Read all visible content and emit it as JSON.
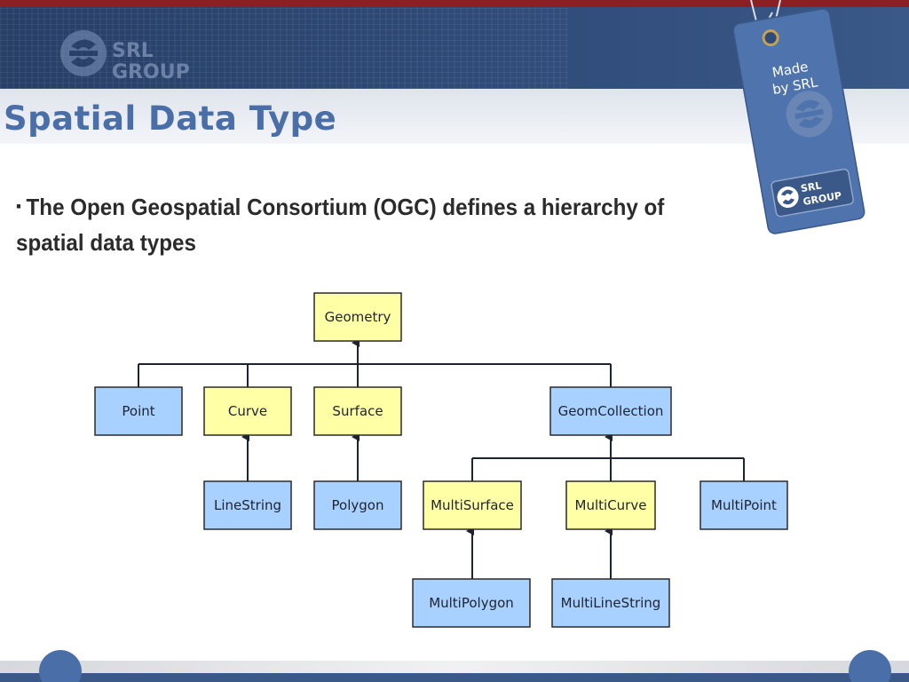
{
  "header": {
    "logo_line1": "SRL",
    "logo_line2": "GROUP"
  },
  "title": "Spatial Data Type",
  "bullet": {
    "text": "The Open Geospatial Consortium (OGC) defines a hierarchy of spatial data types"
  },
  "tag": {
    "line1": "Made",
    "line2": "by SRL",
    "badge_line1": "SRL",
    "badge_line2": "GROUP"
  },
  "diagram": {
    "colors": {
      "abstract_fill": "#ffffa6",
      "concrete_fill": "#a9d1ff",
      "border": "#2a2a2a"
    },
    "nodes": {
      "geometry": {
        "label": "Geometry",
        "kind": "abstract"
      },
      "point": {
        "label": "Point",
        "kind": "concrete"
      },
      "curve": {
        "label": "Curve",
        "kind": "abstract"
      },
      "surface": {
        "label": "Surface",
        "kind": "abstract"
      },
      "geomcollection": {
        "label": "GeomCollection",
        "kind": "concrete"
      },
      "linestring": {
        "label": "LineString",
        "kind": "concrete"
      },
      "polygon": {
        "label": "Polygon",
        "kind": "concrete"
      },
      "multisurface": {
        "label": "MultiSurface",
        "kind": "abstract"
      },
      "multicurve": {
        "label": "MultiCurve",
        "kind": "abstract"
      },
      "multipoint": {
        "label": "MultiPoint",
        "kind": "concrete"
      },
      "multipolygon": {
        "label": "MultiPolygon",
        "kind": "concrete"
      },
      "multilinestring": {
        "label": "MultiLineString",
        "kind": "concrete"
      }
    },
    "edges": [
      {
        "from": "point",
        "to": "geometry"
      },
      {
        "from": "curve",
        "to": "geometry"
      },
      {
        "from": "surface",
        "to": "geometry"
      },
      {
        "from": "geomcollection",
        "to": "geometry"
      },
      {
        "from": "linestring",
        "to": "curve"
      },
      {
        "from": "polygon",
        "to": "surface"
      },
      {
        "from": "multisurface",
        "to": "geomcollection"
      },
      {
        "from": "multicurve",
        "to": "geomcollection"
      },
      {
        "from": "multipoint",
        "to": "geomcollection"
      },
      {
        "from": "multipolygon",
        "to": "multisurface"
      },
      {
        "from": "multilinestring",
        "to": "multicurve"
      }
    ]
  }
}
